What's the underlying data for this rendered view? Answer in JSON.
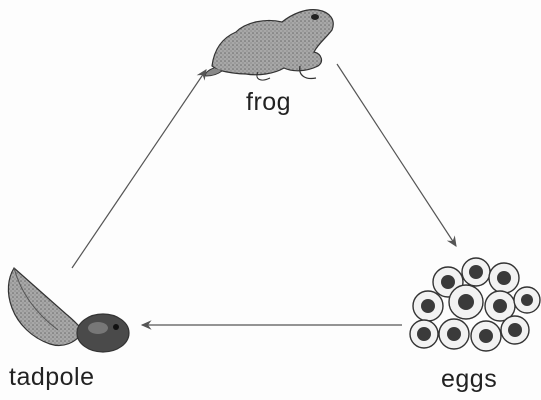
{
  "stages": {
    "frog": "frog",
    "eggs": "eggs",
    "tadpole": "tadpole"
  },
  "colors": {
    "background": "#fdfdfd",
    "ink": "#222222",
    "arrow": "#555555",
    "organism_fill": "#9a9a9a",
    "egg_ring": "#f2f2f2",
    "egg_core": "#3a3a3a"
  }
}
